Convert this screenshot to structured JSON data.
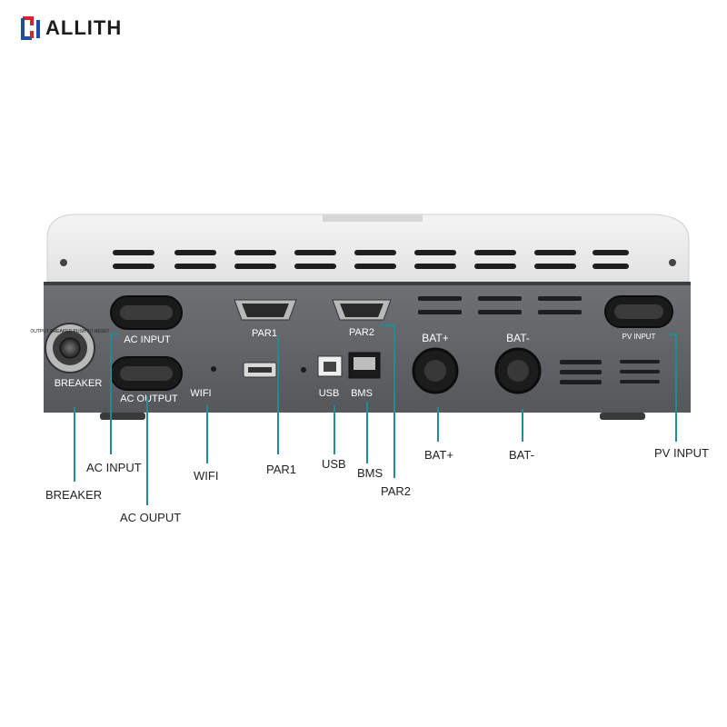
{
  "brand": {
    "logo_text": "ALLITH",
    "colors": {
      "red": "#d6222a",
      "blue": "#1f4e9c"
    }
  },
  "panel_labels": {
    "breaker_ring": "OUTPUT BREAKER PUSH TO RESET",
    "breaker": "BREAKER",
    "ac_input": "AC INPUT",
    "ac_output": "AC OUTPUT",
    "wifi": "WIFI",
    "par1": "PAR1",
    "par2": "PAR2",
    "usb": "USB",
    "bms": "BMS",
    "bat_plus": "BAT+",
    "bat_minus": "BAT-",
    "pv_input": "PV INPUT"
  },
  "callouts": {
    "ac_input": "AC INPUT",
    "breaker": "BREAKER",
    "ac_output": "AC OUPUT",
    "wifi": "WIFI",
    "par1": "PAR1",
    "usb": "USB",
    "bms": "BMS",
    "par2": "PAR2",
    "bat_plus": "BAT+",
    "bat_minus": "BAT-",
    "pv_input": "PV INPUT"
  },
  "leader_color": "#1a8f95"
}
